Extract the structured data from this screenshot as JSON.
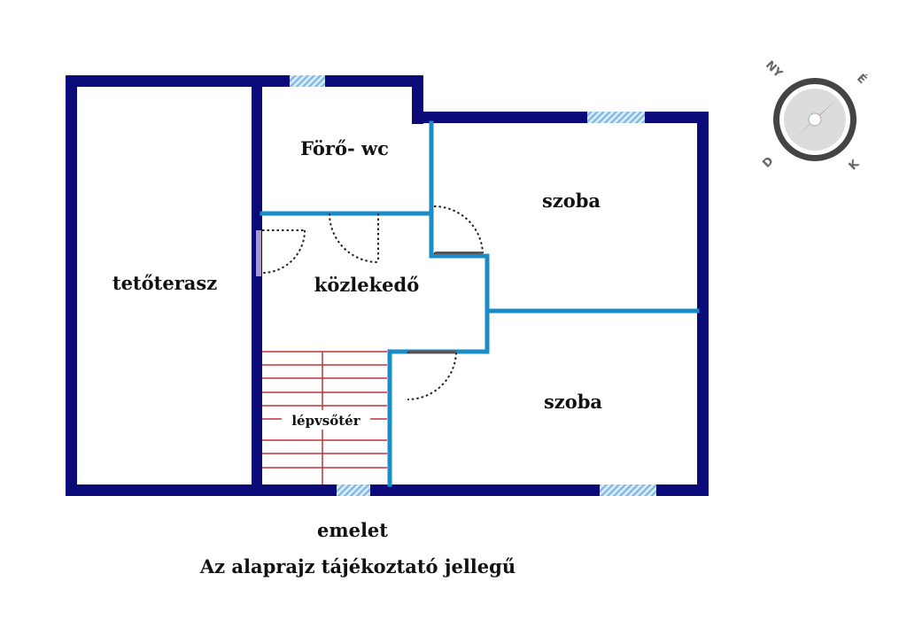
{
  "rooms": {
    "roof_terrace": "tetőterasz",
    "bathroom": "Förő- wc",
    "hallway": "közlekedő",
    "stair_space": "lépvsőtér",
    "room_upper": "szoba",
    "room_lower": "szoba"
  },
  "captions": {
    "floor": "emelet",
    "disclaimer": "Az alaprajz tájékoztató jellegű"
  },
  "compass": {
    "north_west": "NY",
    "north_east": "É",
    "south_west": "D",
    "south_east": "K"
  },
  "colors": {
    "outer_wall": "#0a0a78",
    "inner_wall": "#1a8cc6",
    "stairs": "#c0343c",
    "window": "#8fc3e8",
    "compass_needle": "#c01b4f"
  }
}
